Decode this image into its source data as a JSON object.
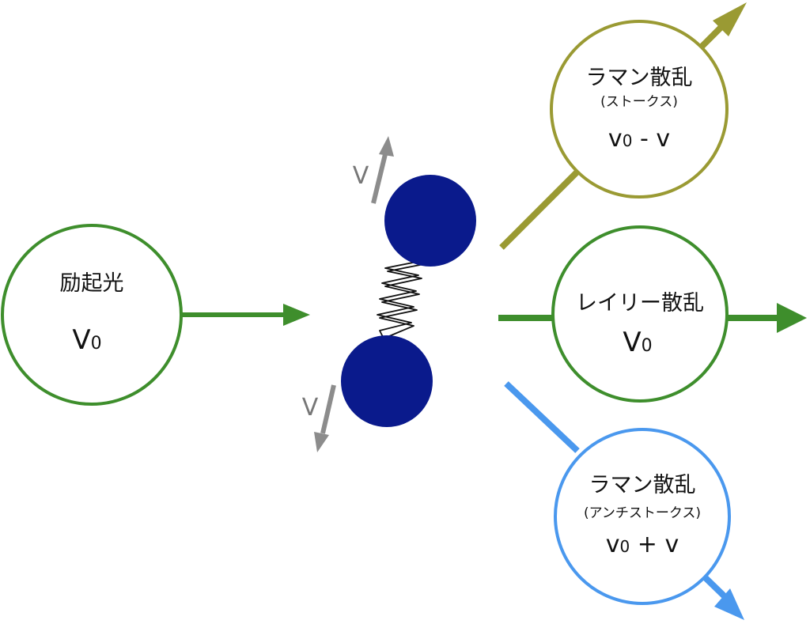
{
  "excitation": {
    "title": "励起光",
    "freq": "V",
    "freq_sub": "0",
    "color": "#3E8E2C"
  },
  "molecule": {
    "atom_color": "#0A1A8C",
    "velocity_color": "#8C8C8C",
    "velocity_top": "V",
    "velocity_bottom": "V"
  },
  "stokes": {
    "title": "ラマン散乱",
    "subtitle": "(ストークス)",
    "freq_prefix": "v",
    "freq_sub": "0",
    "freq_suffix": " - v",
    "color": "#9A9A33"
  },
  "rayleigh": {
    "title": "レイリー散乱",
    "freq": "V",
    "freq_sub": "0",
    "color": "#3E8E2C"
  },
  "anti_stokes": {
    "title": "ラマン散乱",
    "subtitle": "(アンチストークス)",
    "freq_prefix": "v",
    "freq_sub": "0",
    "freq_suffix": " + v",
    "color": "#4A98EE"
  }
}
